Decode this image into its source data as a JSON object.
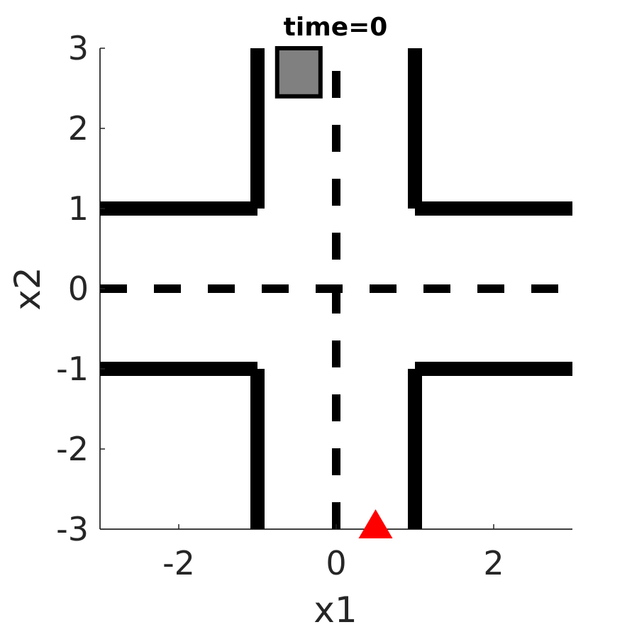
{
  "chart_data": {
    "type": "scatter",
    "title": "time=0",
    "xlabel": "x1",
    "ylabel": "x2",
    "xlim": [
      -3,
      3
    ],
    "ylim": [
      -3,
      3
    ],
    "x_ticks": [
      -2,
      0,
      2
    ],
    "y_ticks": [
      3,
      2,
      1,
      0,
      -1,
      -2,
      -3
    ],
    "x_tick_labels": [
      "-2",
      "0",
      "2"
    ],
    "y_tick_labels": [
      "3",
      "2",
      "1",
      "0",
      "-1",
      "-2",
      "-3"
    ],
    "grid": false,
    "road_boundaries": [
      {
        "name": "left-top-horizontal",
        "x": [
          -3,
          -1
        ],
        "y": [
          1,
          1
        ]
      },
      {
        "name": "left-top-vertical",
        "x": [
          -1,
          -1
        ],
        "y": [
          1,
          3
        ]
      },
      {
        "name": "right-top-vertical",
        "x": [
          1,
          1
        ],
        "y": [
          1,
          3
        ]
      },
      {
        "name": "right-top-horizontal",
        "x": [
          1,
          3
        ],
        "y": [
          1,
          1
        ]
      },
      {
        "name": "left-bottom-horizontal",
        "x": [
          -3,
          -1
        ],
        "y": [
          -1,
          -1
        ]
      },
      {
        "name": "left-bottom-vertical",
        "x": [
          -1,
          -1
        ],
        "y": [
          -1,
          -3
        ]
      },
      {
        "name": "right-bottom-vertical",
        "x": [
          1,
          1
        ],
        "y": [
          -1,
          -3
        ]
      },
      {
        "name": "right-bottom-horizontal",
        "x": [
          1,
          3
        ],
        "y": [
          -1,
          -1
        ]
      }
    ],
    "center_lines": [
      {
        "name": "horizontal-center-line",
        "x": [
          -3,
          3
        ],
        "y": [
          0,
          0
        ]
      },
      {
        "name": "vertical-center-line",
        "x": [
          0,
          0
        ],
        "y": [
          -3,
          3
        ]
      }
    ],
    "obstacle": {
      "x": [
        -0.75,
        -0.2
      ],
      "y": [
        2.4,
        3
      ],
      "color": "#808080"
    },
    "agent": {
      "x": 0.5,
      "y": -3,
      "marker": "triangle",
      "color": "#ff0000"
    },
    "colors": {
      "road": "#000000",
      "axis": "#262626",
      "background": "#ffffff"
    }
  }
}
